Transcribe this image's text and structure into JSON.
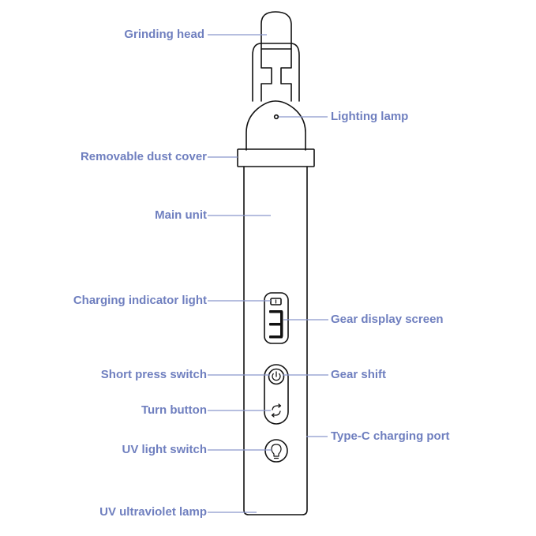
{
  "labels": {
    "grinding_head": "Grinding head",
    "lighting_lamp": "Lighting lamp",
    "removable_dust_cover": "Removable dust cover",
    "main_unit": "Main unit",
    "charging_indicator_light": "Charging indicator light",
    "gear_display_screen": "Gear display screen",
    "short_press_switch": "Short press switch",
    "gear_shift": "Gear shift",
    "turn_button": "Turn button",
    "type_c_charging_port": "Type-C charging port",
    "uv_light_switch": "UV light switch",
    "uv_ultraviolet_lamp": "UV ultraviolet lamp"
  },
  "display": {
    "gear_digit": "3"
  },
  "colors": {
    "label_text": "#6f7fbf",
    "leader_line": "#8a96cc",
    "outline": "#111111"
  }
}
